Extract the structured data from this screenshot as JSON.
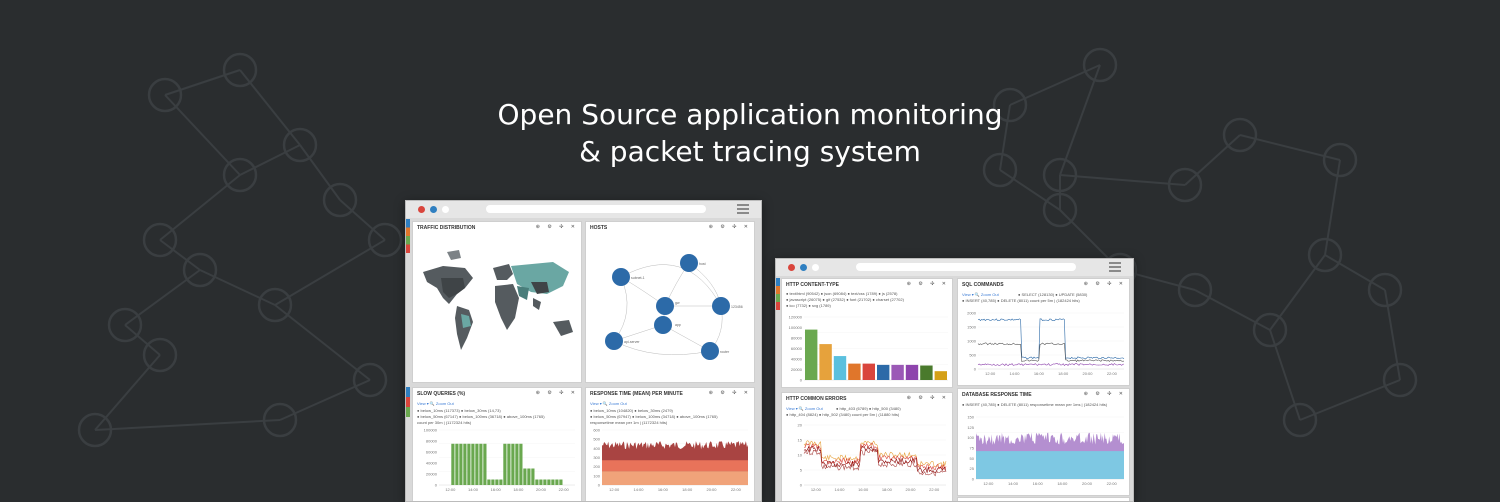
{
  "hero": {
    "line1": "Open Source application monitoring",
    "line2": "& packet tracing system"
  },
  "colors": {
    "background": "#2a2d2f",
    "network_lines": "#3a3e41",
    "window_dot_red": "#d9453c",
    "window_dot_blue": "#2f7fc1",
    "window_dot_white": "#ffffff",
    "accent_blue": "#2c6aa8",
    "map_highlight_teal": "#6aa7a3",
    "map_dark": "#555b5f",
    "bar_green": "#6aa84f",
    "response_red": "#a94442"
  },
  "left_window": {
    "panels": {
      "traffic": {
        "title": "TRAFFIC DISTRIBUTION",
        "tools": "⊕ ⚙ ✣ ✕"
      },
      "hosts": {
        "title": "HOSTS",
        "tools": "⊕ ⚙ ✣ ✕",
        "nodes": [
          "subnet-1",
          "host",
          "123456",
          "app",
          "gw",
          "api-server",
          "router"
        ]
      },
      "slow_queries": {
        "title": "SLOW QUERIES (%)",
        "tools": "⊕ ⚙ ✣ ✕",
        "toolbar": "View ▾   🔍 Zoom Out",
        "legend1": "● below_10ms (117373)  ● below_30ms (14,73)",
        "legend2": "● below_50ms (67147)  ● below_100ms (36718)  ● above_100ms (1765)",
        "count": "count per 30m | (1172324 hits)"
      },
      "response_time": {
        "title": "RESPONSE TIME (MEAN) PER MINUTE",
        "tools": "⊕ ⚙ ✣ ✕",
        "toolbar": "View ▾   🔍 Zoom Out",
        "legend1": "● below_10ms (104820)  ● below_30ms (2479)",
        "legend2": "● below_50ms (67947)  ● below_100ms (34718)  ● above_100ms (1765)",
        "count": "responsetime mean per 1m | (1172324 hits)"
      }
    }
  },
  "right_window": {
    "panels": {
      "content_type": {
        "title": "HTTP CONTENT-TYPE",
        "tools": "⊕ ⚙ ✣ ✕",
        "legend1": "● text/html (90542)  ● json (69084)  ● text/css (1789)  ● js (2578)",
        "legend2": "● javascript (26075)  ● gif (27532)  ● font (21702)  ● charset (27702)",
        "legend3": "● ico (7732)  ● svg (1789)"
      },
      "errors": {
        "title": "HTTP COMMON ERRORS",
        "tools": "⊕ ⚙ ✣ ✕",
        "toolbar": "View ▾   🔍 Zoom Out",
        "legend1": "● http_403 (6789)  ● http_500 (3480)",
        "legend2": "● http_404 (8824)  ● http_502 (3480)  count per 5m | (11880 hits)"
      },
      "sql": {
        "title": "SQL COMMANDS",
        "tools": "⊕ ⚙ ✣ ✕",
        "toolbar": "View ▾   🔍 Zoom Out",
        "legend1": "● SELECT (128130)  ● UPDATE (5830)",
        "legend2": "● INSERT (40,785)  ● DELETE (8011)  count per 5m | (182424 hits)"
      },
      "db_response": {
        "title": "DATABASE RESPONSE TIME",
        "tools": "⊕ ⚙ ✣ ✕",
        "legend1": "● INSERT (40,785)  ● DELETE (8011)  responsetime mean per 1ms | (182424 hits)"
      }
    }
  }
}
